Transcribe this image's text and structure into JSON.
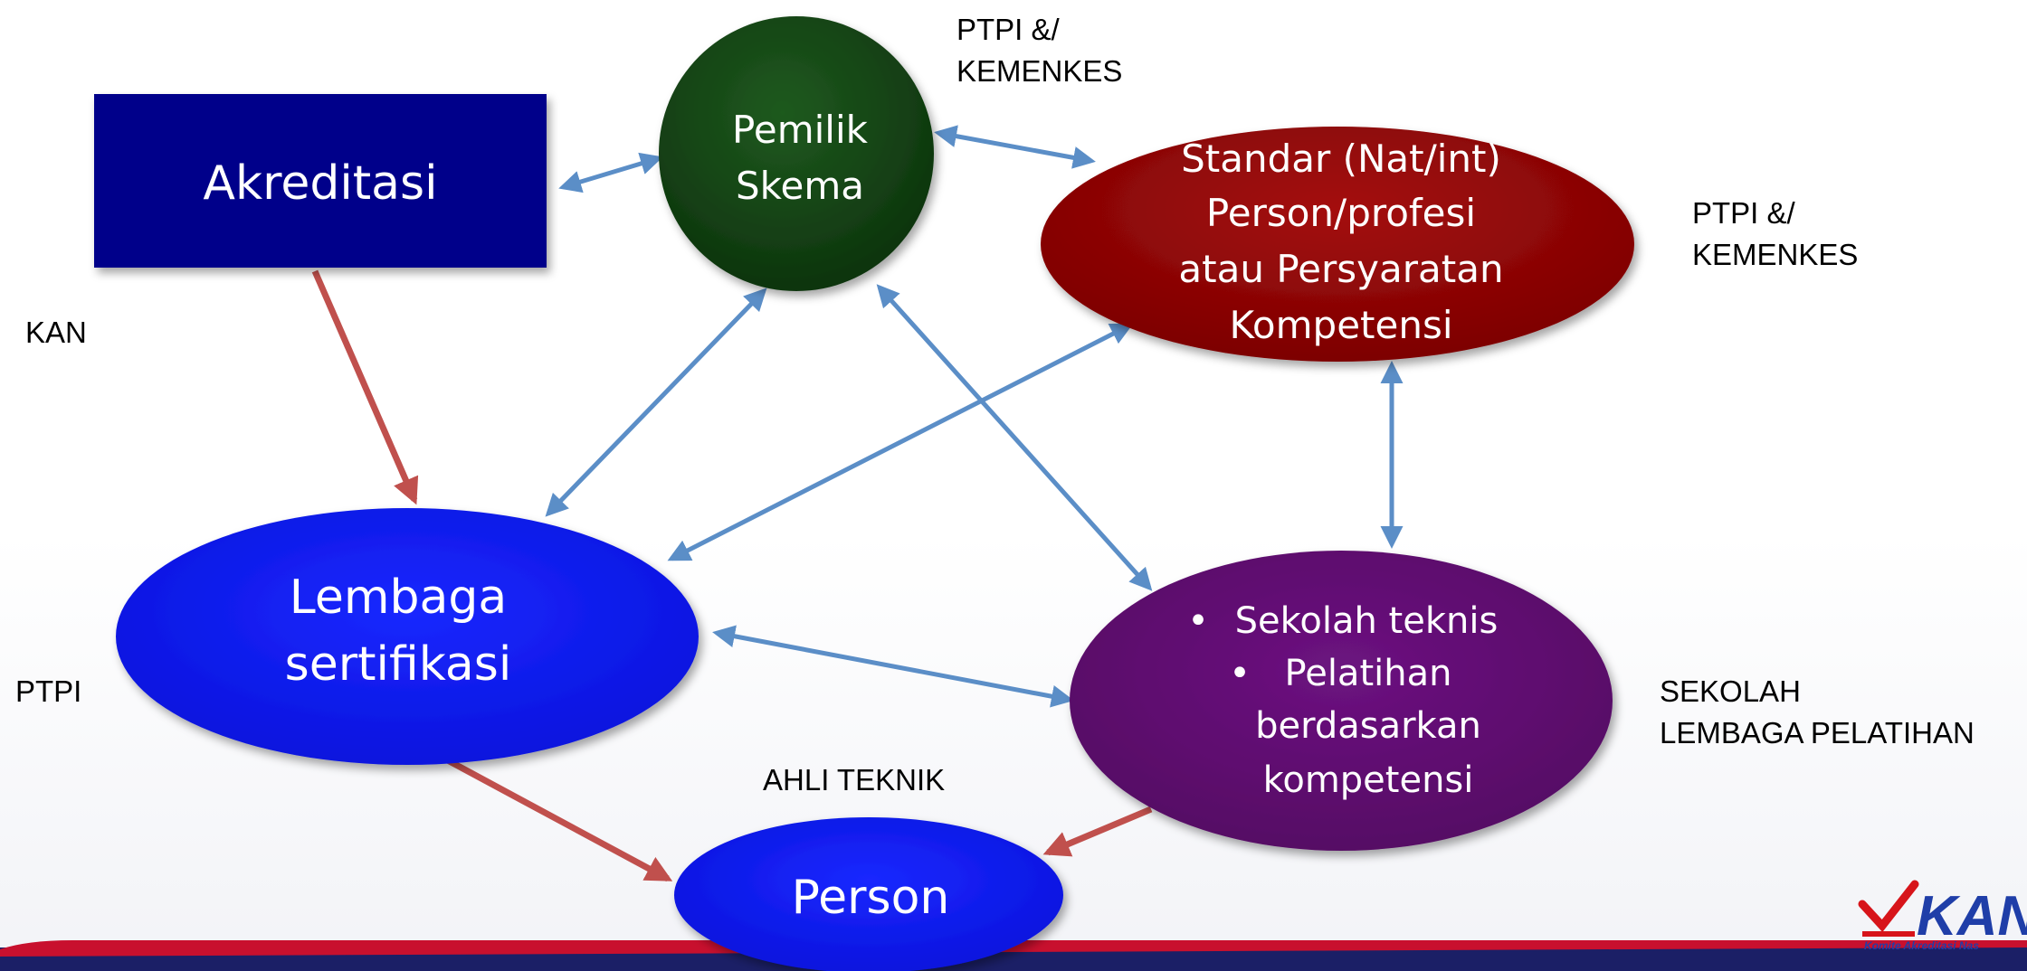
{
  "colors": {
    "accreditation_box": "#02058a",
    "scheme_owner_circle": "#0f3b0f",
    "standard_ellipse": "#8b0000",
    "certification_ellipse": "#0a14f0",
    "training_ellipse": "#5e0b6b",
    "person_ellipse": "#0a14f0",
    "blue_arrow": "#5b8ec7",
    "red_arrow": "#c0504d",
    "footer_band": "#1b1f66",
    "footer_stripe": "#c8102e",
    "logo_blue": "#1f3ea8",
    "logo_red": "#d7141a"
  },
  "nodes": {
    "accreditation": {
      "label": "Akreditasi"
    },
    "scheme_owner": {
      "line1": "Pemilik",
      "line2": "Skema"
    },
    "standard": {
      "line1": "Standar (Nat/int)",
      "line2": "Person/profesi",
      "line3": "atau Persyaratan",
      "line4": "Kompetensi"
    },
    "certification_body": {
      "line1": "Lembaga",
      "line2": "sertifikasi"
    },
    "training": {
      "bullet": "•",
      "item1": "Sekolah teknis",
      "item2_line1": "Pelatihan",
      "item2_line2": "berdasarkan",
      "item2_line3": "kompetensi"
    },
    "person": {
      "label": "Person"
    }
  },
  "side_labels": {
    "scheme_owner_party": "PTPI &/\nKEMENKES",
    "standard_party": "PTPI &/\nKEMENKES",
    "accreditation_party": "KAN",
    "certification_party": "PTPI",
    "person_party": "AHLI TEKNIK",
    "training_party": "SEKOLAH\nLEMBAGA PELATIHAN"
  },
  "logo": {
    "mark": "KAN",
    "caption": "Komite Akreditasi Nas"
  }
}
